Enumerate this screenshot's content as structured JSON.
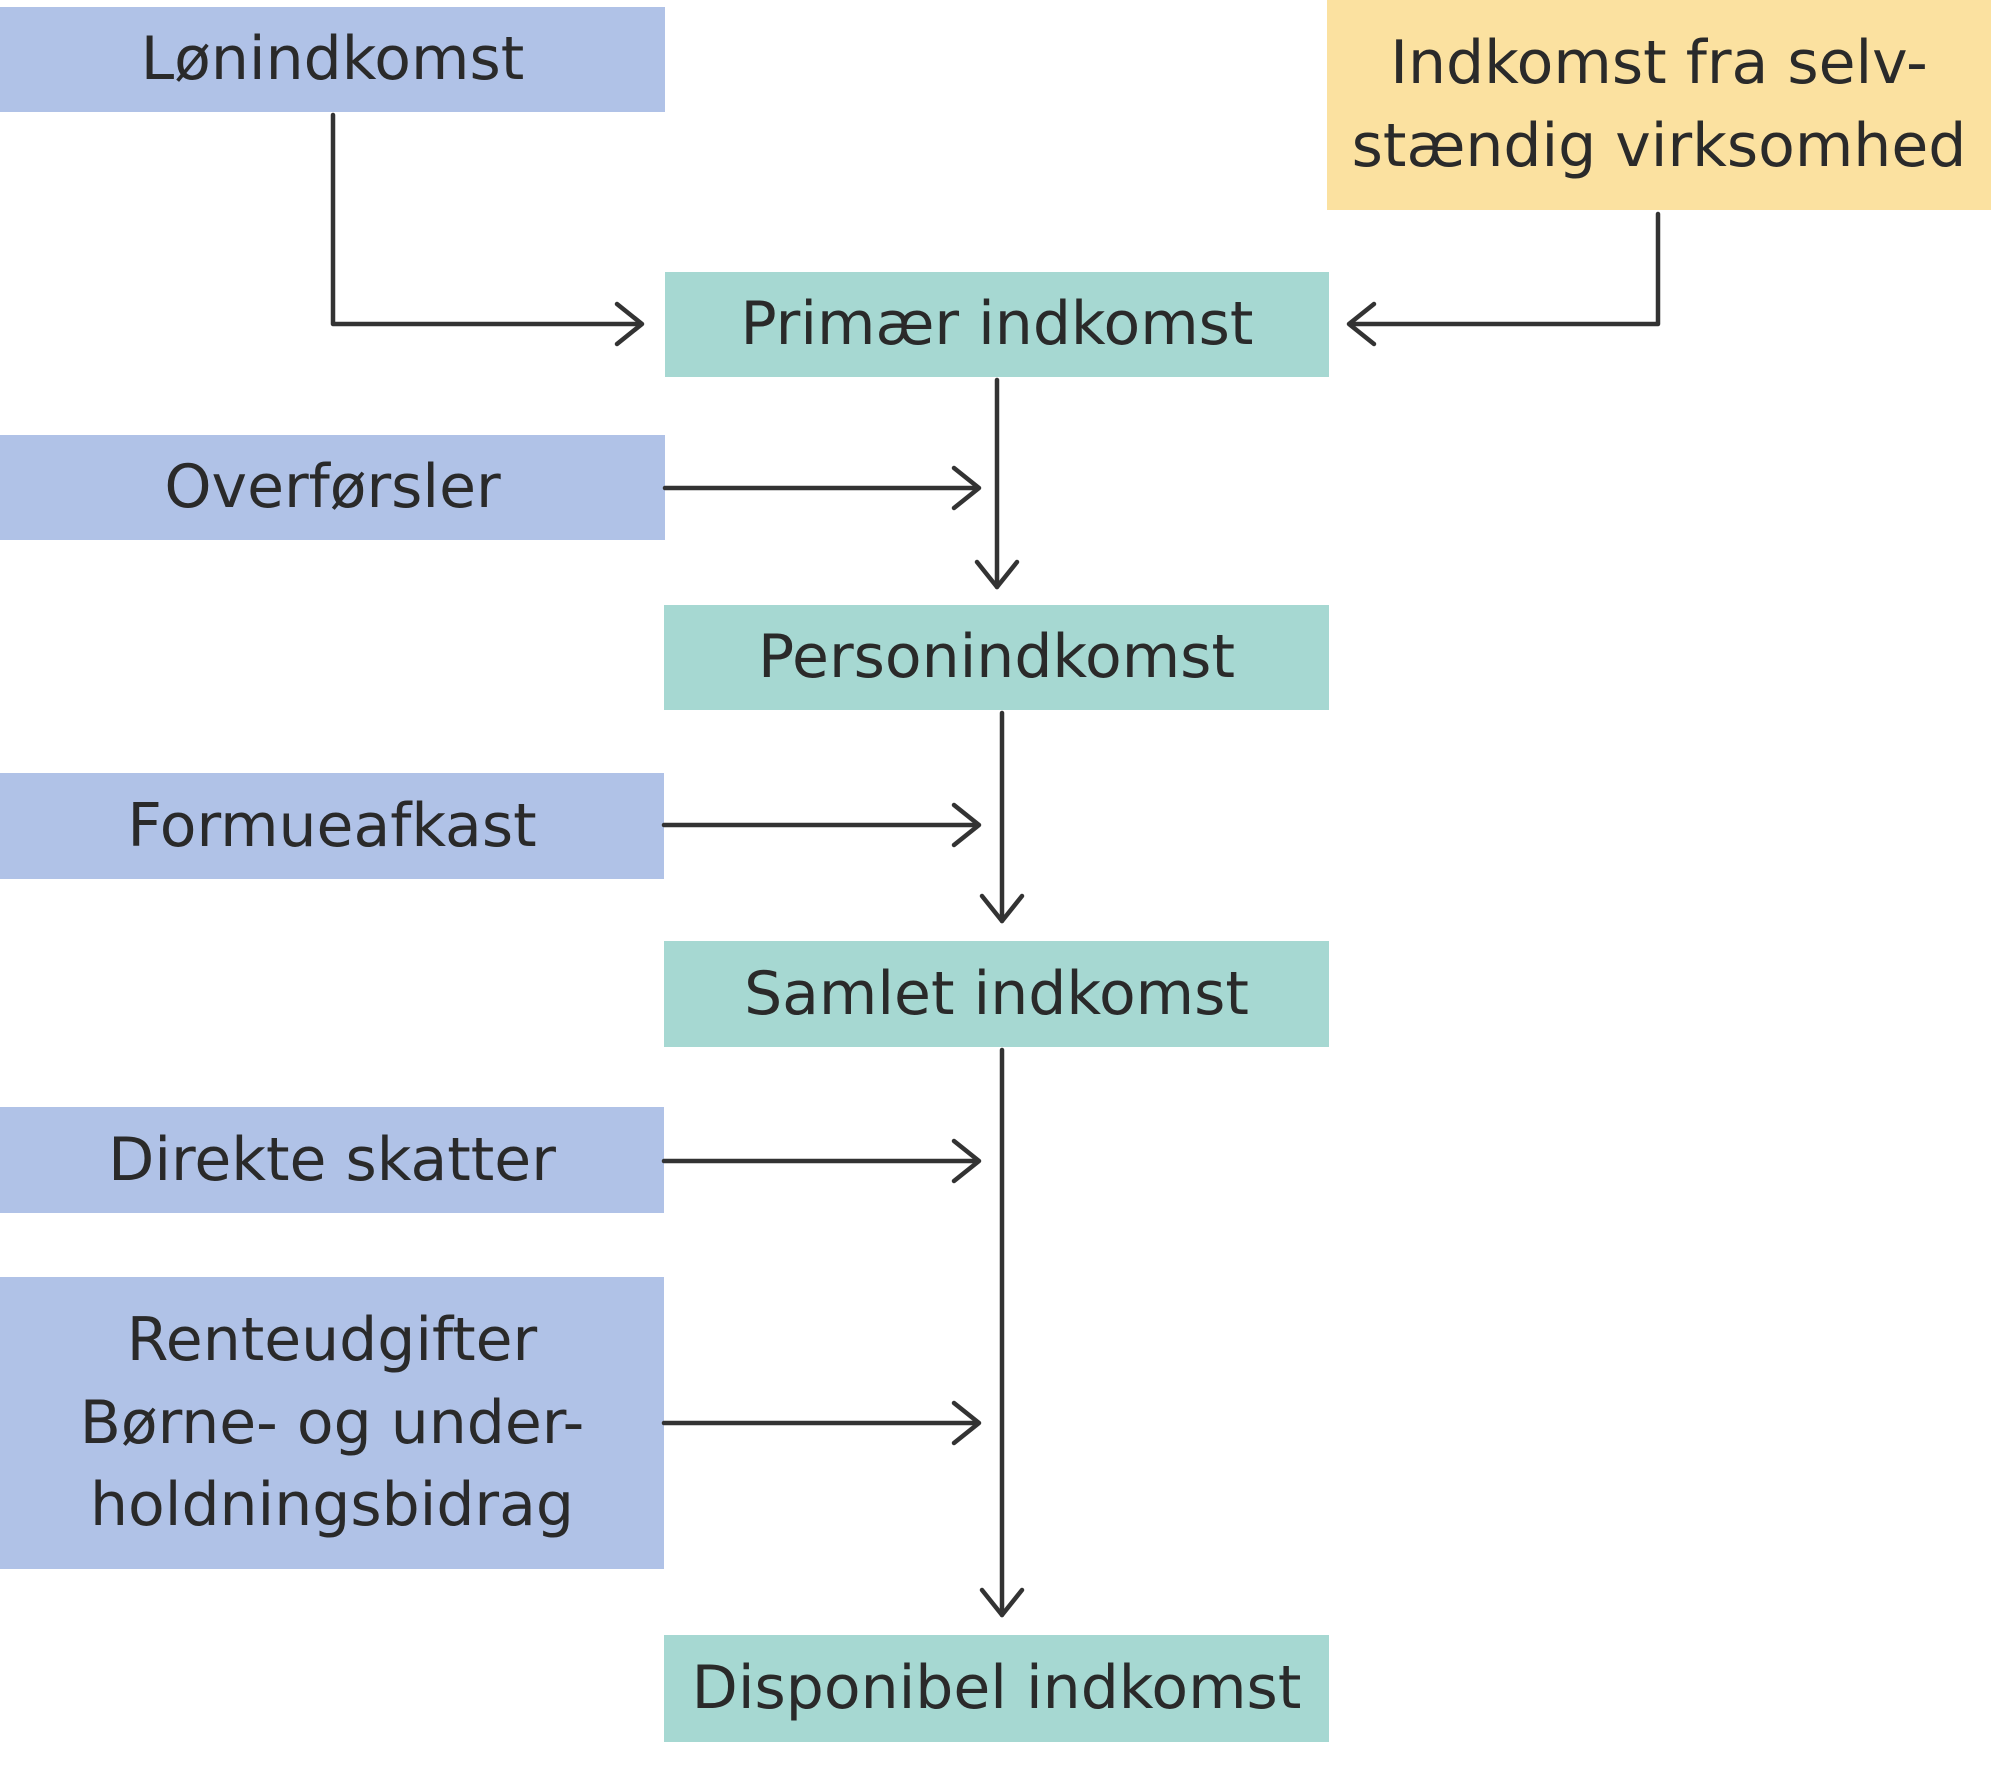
{
  "nodes": {
    "wage_income": "Lønindkomst",
    "self_employed": {
      "line1": "Indkomst fra selv-",
      "line2": "stændig virksomhed"
    },
    "primary_income": "Primær indkomst",
    "transfers": "Overførsler",
    "personal_income": "Personindkomst",
    "wealth_return": "Formueafkast",
    "total_income": "Samlet indkomst",
    "direct_taxes": "Direkte skatter",
    "deductions": {
      "line1": "Renteudgifter",
      "line2": "Børne- og under-",
      "line3": "holdningsbidrag"
    },
    "disposable_income": "Disponibel indkomst"
  },
  "colors": {
    "input_box": "#b0c2e7",
    "aggregate_box": "#a6d8d2",
    "self_employed_box": "#fbe1a0",
    "arrow": "#333333",
    "text": "#2a2a2a"
  }
}
